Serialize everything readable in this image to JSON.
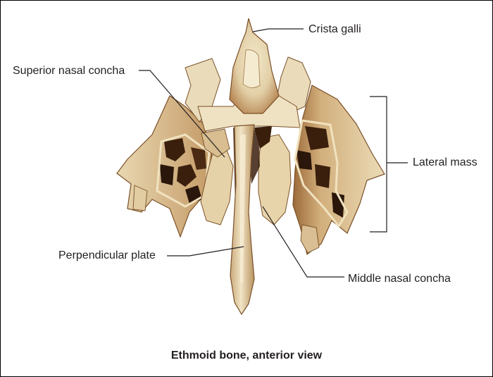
{
  "figure": {
    "caption": "Ethmoid bone, anterior view",
    "labels": {
      "crista_galli": "Crista galli",
      "superior_nasal_concha": "Superior nasal concha",
      "lateral_mass": "Lateral mass",
      "perpendicular_plate": "Perpendicular plate",
      "middle_nasal_concha": "Middle nasal concha"
    }
  },
  "colors": {
    "bone_light": "#efe3c4",
    "bone_mid": "#d9c49a",
    "bone_shadow": "#8a5a30",
    "cavity_dark": "#2a160a",
    "leader_line": "#231f20",
    "border": "#000000"
  }
}
